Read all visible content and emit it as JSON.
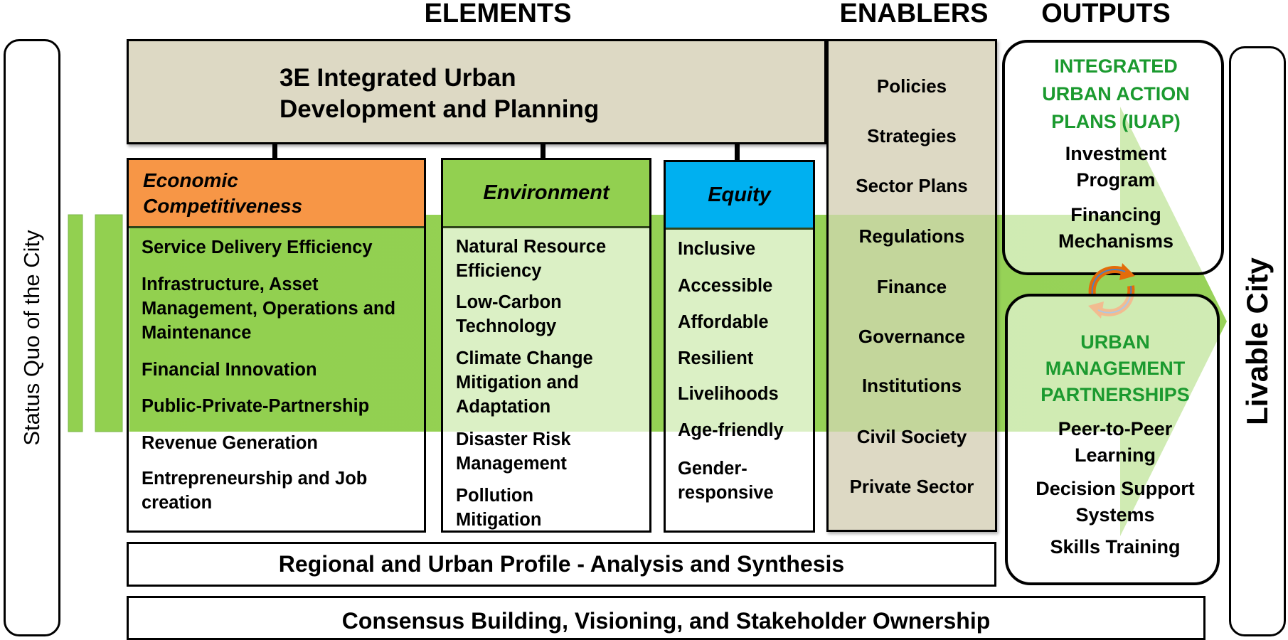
{
  "headers": {
    "elements": "ELEMENTS",
    "enablers": "ENABLERS",
    "outputs": "OUTPUTS"
  },
  "left_label": "Status Quo of the City",
  "right_label": "Livable City",
  "top_box": "3E Integrated Urban Development and Planning",
  "columns": [
    {
      "title": "Economic Competitiveness",
      "color": "#f79646",
      "items": [
        "Service Delivery Efficiency",
        "Infrastructure, Asset Management, Operations and Maintenance",
        "Financial Innovation",
        "Public-Private-Partnership",
        "Revenue Generation",
        "Entrepreneurship and Job creation"
      ]
    },
    {
      "title": "Environment",
      "color": "#92d050",
      "items": [
        "Natural Resource Efficiency",
        "Low-Carbon Technology",
        "Climate Change Mitigation and Adaptation",
        "Disaster Risk Management",
        "Pollution Mitigation"
      ]
    },
    {
      "title": "Equity",
      "color": "#00b0f0",
      "items": [
        "Inclusive",
        "Accessible",
        "Affordable",
        "Resilient",
        "Livelihoods",
        "Age-friendly",
        "Gender-responsive"
      ]
    }
  ],
  "enablers": [
    "Policies",
    "Strategies",
    "Sector Plans",
    "Regulations",
    "Finance",
    "Governance",
    "Institutions",
    "Civil Society",
    "Private Sector"
  ],
  "outputs": {
    "iuap": {
      "title": "INTEGRATED URBAN ACTION PLANS (IUAP)",
      "items": [
        "Investment Program",
        "Financing Mechanisms"
      ]
    },
    "partnerships": {
      "title": "URBAN MANAGEMENT PARTNERSHIPS",
      "items": [
        "Peer-to-Peer Learning",
        "Decision Support Systems",
        "Skills Training"
      ]
    }
  },
  "bottom_boxes": {
    "profile": "Regional and Urban Profile - Analysis and Synthesis",
    "consensus": "Consensus Building, Visioning, and Stakeholder Ownership"
  },
  "colors": {
    "arrow_green": "#92d050",
    "enabler_bg": "#ddd9c4",
    "top_box_bg": "#ddd9c4",
    "output_green_text": "#1b9a2f"
  }
}
